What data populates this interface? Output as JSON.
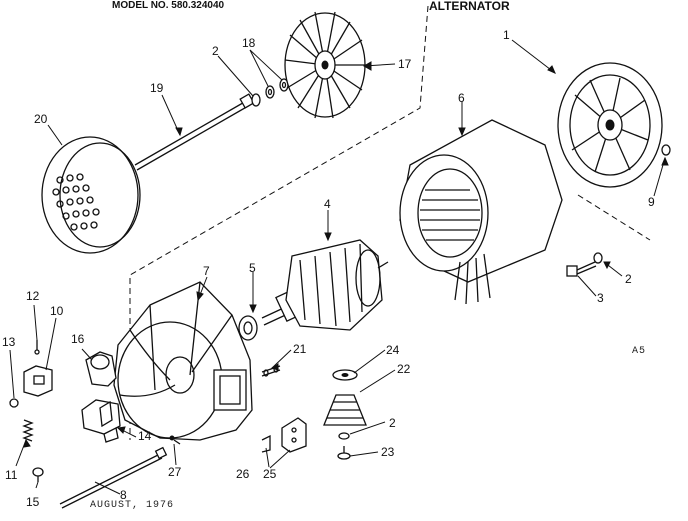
{
  "header": {
    "model_label": "MODEL NO. 580.324040",
    "title": "ALTERNATOR"
  },
  "callouts": {
    "p1": "1",
    "p2a": "2",
    "p2b": "2",
    "p2c": "2",
    "p3": "3",
    "p4": "4",
    "p5": "5",
    "p6": "6",
    "p7": "7",
    "p8": "8",
    "p9": "9",
    "p10": "10",
    "p11": "11",
    "p12": "12",
    "p13": "13",
    "p14": "14",
    "p15": "15",
    "p16": "16",
    "p17": "17",
    "p18": "18",
    "p19": "19",
    "p20": "20",
    "p21": "21",
    "p22": "22",
    "p23": "23",
    "p24": "24",
    "p25": "25",
    "p26": "26",
    "p27": "27"
  },
  "footer": {
    "date": "AUGUST, 1976",
    "code": "A5"
  }
}
